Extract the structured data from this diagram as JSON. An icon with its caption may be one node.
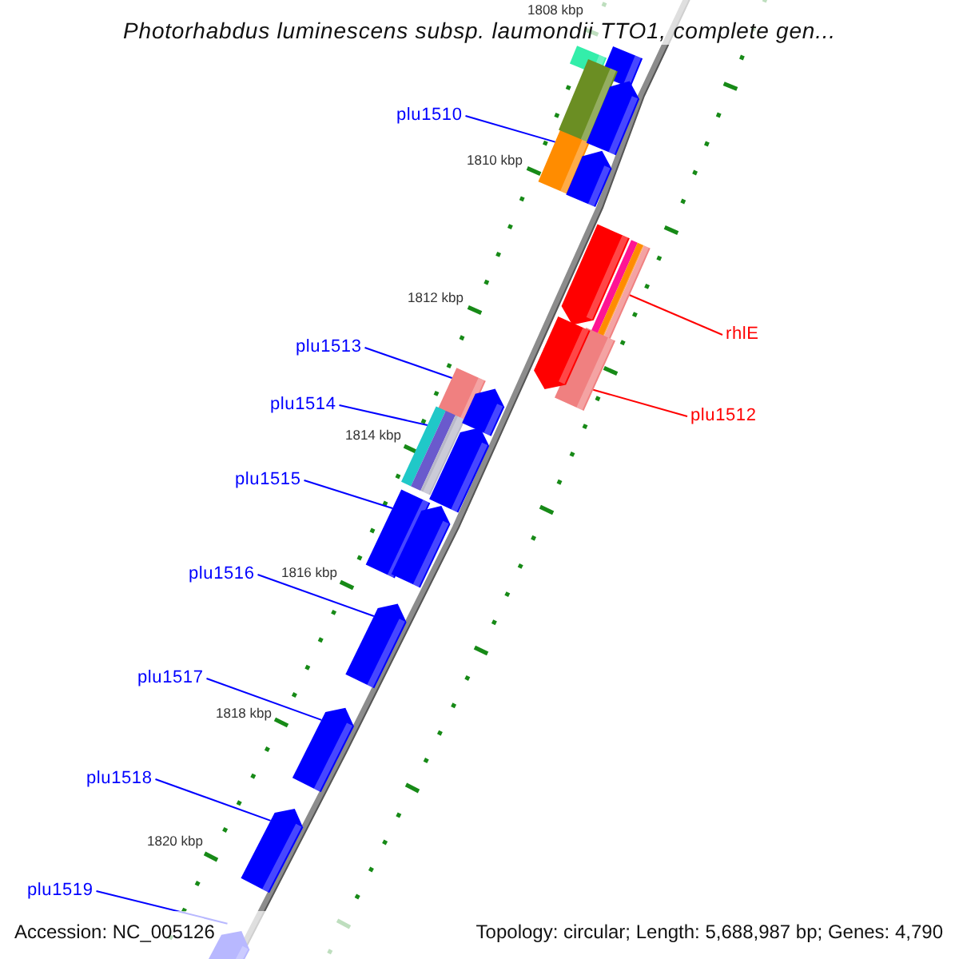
{
  "diagram": {
    "title": "Photorhabdus luminescens subsp. laumondii TTO1, complete gen...",
    "nodes": [
      {
        "text": [
          "plu1510"
        ]
      },
      {
        "text": [],
        "shape": "bar"
      },
      {
        "text": [
          "rhlE"
        ]
      },
      {
        "text": [],
        "shape": "bar"
      },
      {
        "text": [
          "plu1512"
        ]
      },
      {
        "text": [],
        "shape": "bar"
      },
      {
        "text": [
          "plu1513"
        ]
      },
      {
        "text": [],
        "shape": "bar"
      },
      {
        "text": [
          "plu1514"
        ]
      },
      {
        "text": [],
        "shape": "bar"
      },
      {
        "text": [
          "plu1515"
        ]
      },
      {
        "text": [],
        "shape": "bar"
      },
      {
        "text": [
          "plu1516"
        ]
      },
      {
        "text": [],
        "shape": "bar"
      },
      {
        "text": [
          "plu1517"
        ]
      },
      {
        "text": [],
        "shape": "bar"
      },
      {
        "text": [
          "plu1518"
        ]
      },
      {
        "text": [],
        "shape": "bar"
      },
      {
        "text": [
          "plu1519"
        ]
      },
      {
        "text": [],
        "shape": "bar"
      },
      {
        "text": [],
        "shape": "bar"
      },
      {
        "text": [],
        "shape": "bar"
      },
      {
        "text": [],
        "shape": "bar"
      },
      {
        "text": [],
        "shape": "bar"
      },
      {
        "text": [],
        "shape": "bar"
      },
      {
        "text": [],
        "shape": "bar"
      },
      {
        "text": [],
        "shape": "bar"
      },
      {
        "text": [],
        "shape": "bar"
      },
      {
        "text": [],
        "shape": "bar"
      },
      {
        "text": [],
        "shape": "bar"
      }
    ],
    "edges": [
      {
        "from": 0,
        "to": 1,
        "arrow": "none"
      },
      {
        "from": 2,
        "to": 3,
        "arrow": "none",
        "color": "#ff0000"
      },
      {
        "from": 4,
        "to": 5,
        "arrow": "none",
        "color": "#ff0000"
      },
      {
        "from": 6,
        "to": 7,
        "arrow": "none"
      },
      {
        "from": 8,
        "to": 9,
        "arrow": "none"
      },
      {
        "from": 10,
        "to": 11,
        "arrow": "none"
      },
      {
        "from": 12,
        "to": 13,
        "arrow": "none"
      },
      {
        "from": 14,
        "to": 15,
        "arrow": "none"
      },
      {
        "from": 16,
        "to": 17,
        "arrow": "none"
      },
      {
        "from": 18,
        "to": 19,
        "arrow": "none"
      }
    ],
    "labels": [
      "1808 kbp",
      "1810 kbp",
      "1812 kbp",
      "1814 kbp",
      "1816 kbp",
      "1818 kbp",
      "1820 kbp",
      "Accession: NC_005126",
      "Topology: circular; Length: 5,688,987 bp; Genes: 4,790"
    ]
  }
}
